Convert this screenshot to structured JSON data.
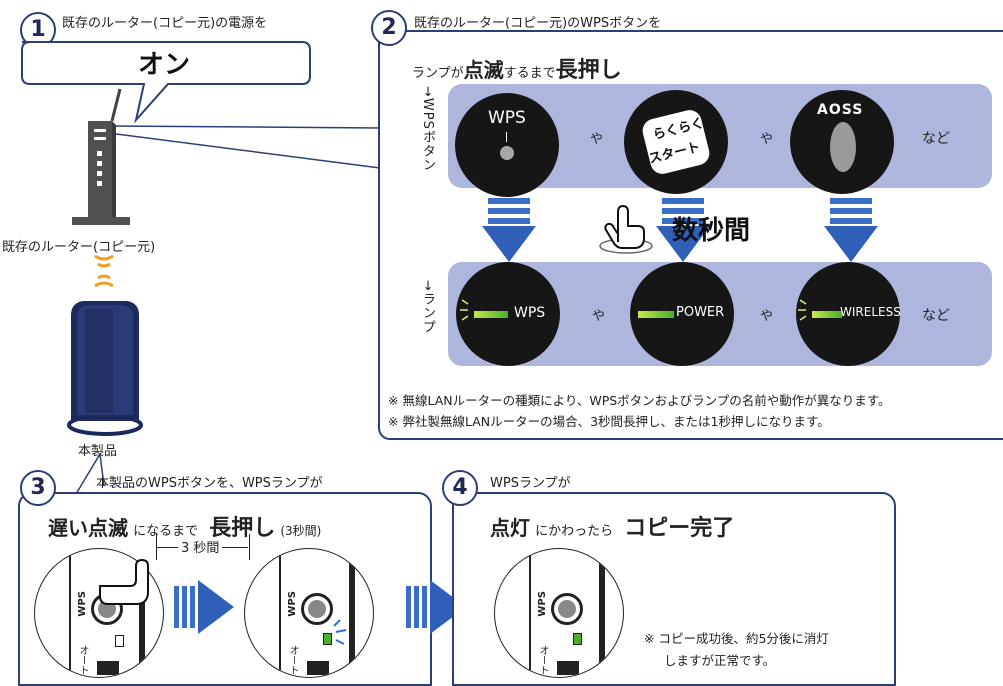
{
  "step1": {
    "num": "1",
    "caption": "既存のルーター(コピー元)の電源を",
    "bubble": "オン"
  },
  "router": {
    "label": "既存のルーター(コピー元)"
  },
  "product": {
    "label": "本製品"
  },
  "step2": {
    "num": "2",
    "caption": "既存のルーター(コピー元)のWPSボタンを",
    "instruction_pre": "ランプが",
    "instruction_blink": "点滅",
    "instruction_mid": "するまで",
    "instruction_hold": "長押し",
    "button_row_label": "→WPSボタン",
    "lamp_row_label": "→ランプ",
    "button_wps": "WPS",
    "button_aoss": "AOSS",
    "raku_line1": "らくらく",
    "raku_line2": "スタート",
    "ya": "や",
    "nado": "など",
    "seconds": "数秒間",
    "lamp_wps": "WPS",
    "lamp_power": "POWER",
    "lamp_wireless": "WIRELESS",
    "note1": "※ 無線LANルーターの種類により、WPSボタンおよびランプの名前や動作が異なります。",
    "note2": "※ 弊社製無線LANルーターの場合、3秒間長押し、または1秒押しになります。"
  },
  "step3": {
    "num": "3",
    "caption": "本製品のWPSボタンを、WPSランプが",
    "slow_blink": "遅い点滅",
    "until": "になるまで",
    "hold": "長押し",
    "three_sec_paren": "(3秒間)",
    "three_sec": "3 秒間",
    "wps_label": "WPS",
    "auto_label": "オート"
  },
  "step4": {
    "num": "4",
    "caption": "WPSランプが",
    "lit": "点灯",
    "changed": "にかわったら",
    "done": "コピー完了",
    "note_line1": "※ コピー成功後、約5分後に消灯",
    "note_line2": "しますが正常です。",
    "wps_label": "WPS",
    "auto_label": "オート"
  }
}
